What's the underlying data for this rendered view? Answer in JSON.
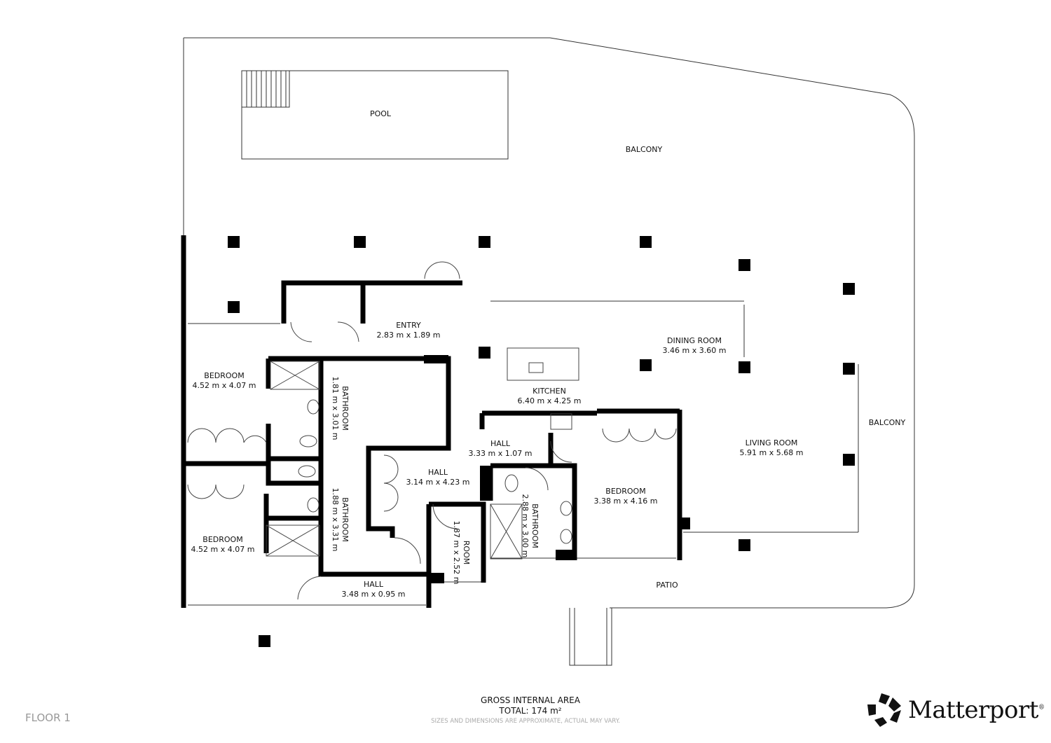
{
  "rooms": {
    "pool": {
      "name": "POOL"
    },
    "balcony_top": {
      "name": "BALCONY"
    },
    "balcony_right": {
      "name": "BALCONY"
    },
    "entry": {
      "name": "ENTRY",
      "dims": "2.83 m x 1.89 m"
    },
    "dining": {
      "name": "DINING ROOM",
      "dims": "3.46 m x 3.60 m"
    },
    "kitchen": {
      "name": "KITCHEN",
      "dims": "6.40 m x 4.25 m"
    },
    "living": {
      "name": "LIVING ROOM",
      "dims": "5.91 m x 5.68 m"
    },
    "bedroom1": {
      "name": "BEDROOM",
      "dims": "4.52 m x 4.07 m"
    },
    "bedroom2": {
      "name": "BEDROOM",
      "dims": "4.52 m x 4.07 m"
    },
    "bedroom3": {
      "name": "BEDROOM",
      "dims": "3.38 m x 4.16 m"
    },
    "bathroom1": {
      "name": "BATHROOM",
      "dims": "1.81 m x 3.01 m"
    },
    "bathroom2": {
      "name": "BATHROOM",
      "dims": "1.88 m x 3.31 m"
    },
    "bathroom3": {
      "name": "BATHROOM",
      "dims": "2.88 m x 3.00 m"
    },
    "hall1": {
      "name": "HALL",
      "dims": "3.33 m x 1.07 m"
    },
    "hall2": {
      "name": "HALL",
      "dims": "3.14 m x 4.23 m"
    },
    "hall3": {
      "name": "HALL",
      "dims": "3.48 m x 0.95 m"
    },
    "room": {
      "name": "ROOM",
      "dims": "1.87 m x 2.52 m"
    },
    "patio": {
      "name": "PATIO"
    }
  },
  "footer": {
    "floor": "FLOOR 1",
    "area_title": "GROSS INTERNAL AREA",
    "area_total": "TOTAL: 174 m²",
    "disclaimer": "SIZES AND DIMENSIONS ARE APPROXIMATE, ACTUAL MAY VARY.",
    "brand": "Matterport",
    "brand_mark": "®"
  }
}
